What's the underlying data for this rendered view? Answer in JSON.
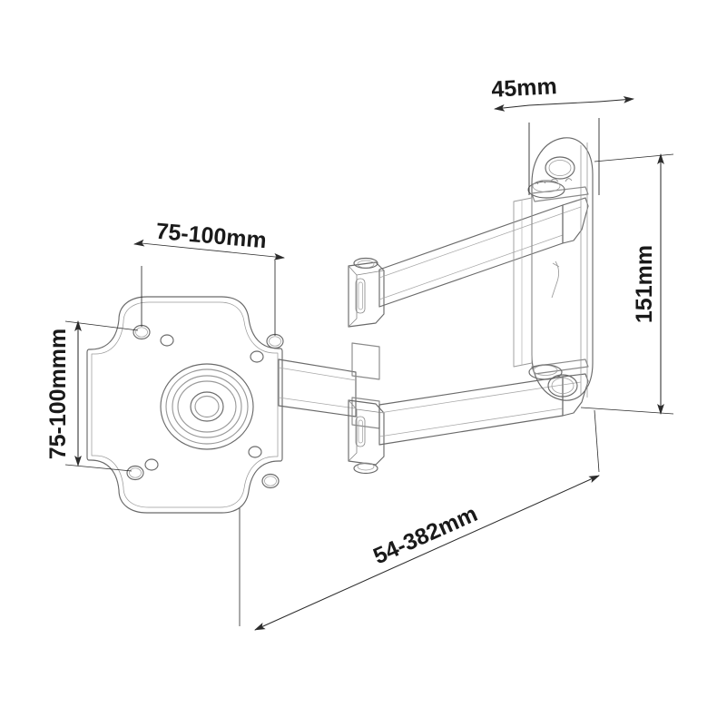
{
  "drawing": {
    "title": "Articulating monitor wall mount - dimensioned technical line drawing",
    "background_color": "#ffffff",
    "line_color": "#4a4a4a",
    "dimension_line_color": "#2b2b2b",
    "text_color": "#1a1a1a"
  },
  "dimensions": {
    "depth_top": {
      "label": "45mm",
      "orientation": "horizontal",
      "position": "top-right"
    },
    "height_right": {
      "label": "151mm",
      "orientation": "vertical-rotated",
      "position": "right"
    },
    "vesa_horizontal": {
      "label": "75-100mm",
      "orientation": "horizontal",
      "position": "top-left"
    },
    "vesa_vertical": {
      "label": "75-100mmm",
      "orientation": "vertical-rotated",
      "position": "left"
    },
    "extension_diagonal": {
      "label": "54-382mm",
      "orientation": "diagonal",
      "position": "bottom-center"
    }
  },
  "components": {
    "vesa_plate": "monitor-mounting-plate",
    "upper_arm": "upper-extension-arm",
    "lower_arm": "lower-extension-arm",
    "elbow_joint": "articulating-elbow-joint",
    "wall_plate": "wall-mounting-bracket"
  }
}
